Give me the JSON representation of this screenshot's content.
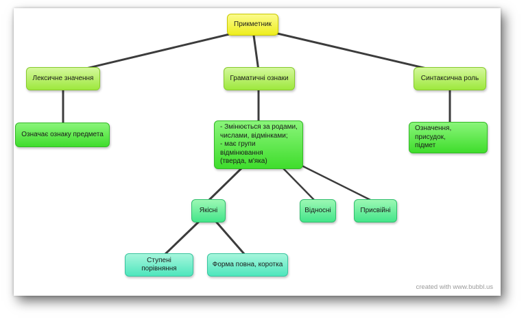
{
  "diagram": {
    "root": "Прикметник",
    "lexical_meaning": "Лексичне значення",
    "lexical_detail": "Означає ознаку предмета",
    "grammatical_features": "Граматичні ознаки",
    "grammatical_detail": "- Змінюється за родами,\nчислами, відмінками;\n- має групи відмінювання\n  (тверда, м'яка)",
    "syntactic_role": "Синтаксична роль",
    "syntactic_detail": "Означення, присудок,\nпідмет",
    "qualitative": "Якісні",
    "relative": "Відносні",
    "possessive": "Присвійні",
    "degrees": "Ступені порівняння",
    "form": "Форма повна, коротка"
  },
  "credit": "created with www.bubbl.us",
  "colors": {
    "root": "#eeee1e",
    "level1": "#9ee83e",
    "level2": "#3fdd2c",
    "level3": "#44e58a",
    "level4": "#4ee6bd",
    "link": "#3c3c3c"
  }
}
